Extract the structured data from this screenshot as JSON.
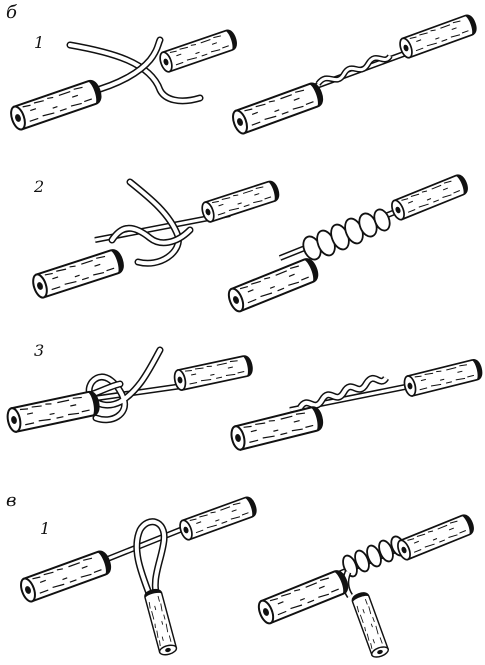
{
  "labels": {
    "section_b": "б",
    "section_v": "в",
    "row_1": "1",
    "row_2": "2",
    "row_3": "3",
    "row_v1": "1"
  },
  "colors": {
    "ink": "#111111",
    "paper": "#ffffff"
  },
  "panels": [
    {
      "section": "б",
      "row": "1",
      "stage": "start",
      "method": "loop-twist"
    },
    {
      "section": "б",
      "row": "1",
      "stage": "finished",
      "method": "loop-twist"
    },
    {
      "section": "б",
      "row": "2",
      "stage": "start",
      "method": "crossed-wrap"
    },
    {
      "section": "б",
      "row": "2",
      "stage": "finished",
      "method": "crossed-wrap"
    },
    {
      "section": "б",
      "row": "3",
      "stage": "start",
      "method": "knot"
    },
    {
      "section": "б",
      "row": "3",
      "stage": "finished",
      "method": "knot"
    },
    {
      "section": "в",
      "row": "1",
      "stage": "start",
      "method": "branch-tap"
    },
    {
      "section": "в",
      "row": "1",
      "stage": "finished",
      "method": "branch-tap"
    }
  ]
}
